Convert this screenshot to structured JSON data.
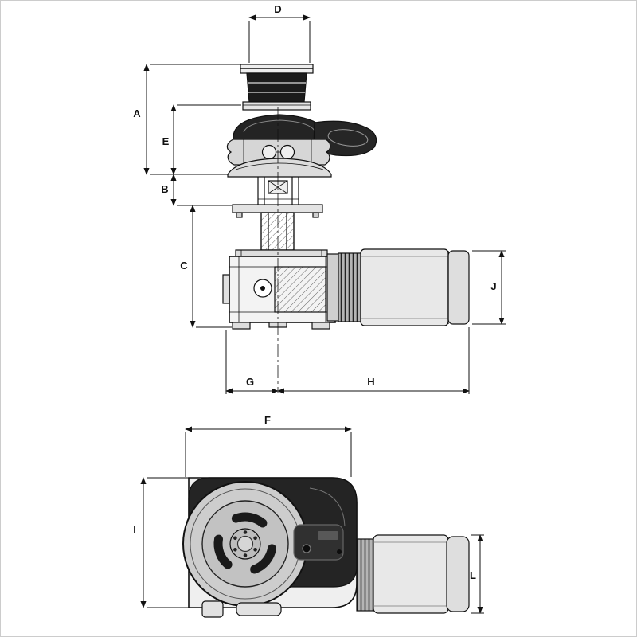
{
  "figure": {
    "kind": "windlass dimensional line drawing",
    "views": [
      "side elevation",
      "top plan"
    ]
  },
  "colors": {
    "ink": "#111111",
    "paper": "#ffffff",
    "metal_dark": "#242424",
    "metal_light": "#e8e8e8"
  },
  "dim_labels": {
    "d": "D",
    "a": "A",
    "e": "E",
    "b": "B",
    "c": "C",
    "g": "G",
    "h": "H",
    "j": "J",
    "f": "F",
    "i": "I",
    "l": "L"
  }
}
